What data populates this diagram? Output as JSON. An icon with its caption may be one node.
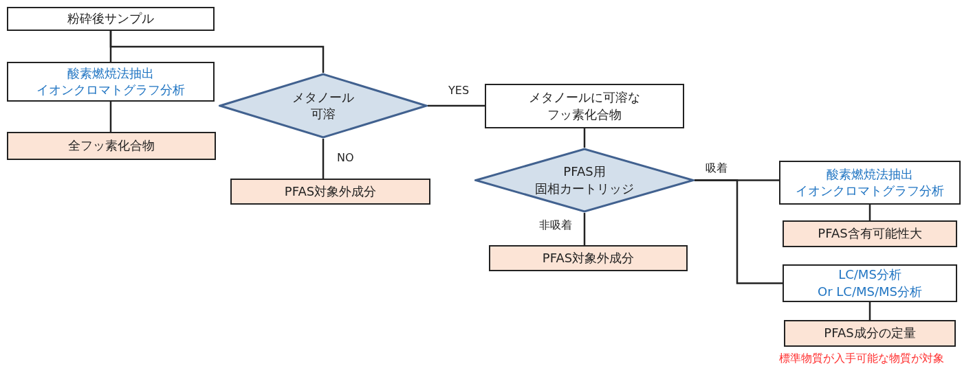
{
  "diagram": {
    "nodes": [
      {
        "text": [
          "粉砕後サンプル"
        ]
      },
      {
        "text": [
          "酸素燃焼法抽出イオンクロマトグラフ分析"
        ]
      },
      {
        "text": [
          "全フッ素化合物"
        ]
      },
      {
        "text": [
          "メタノール可溶"
        ]
      },
      {
        "text": [
          "PFAS対象外成分"
        ]
      },
      {
        "text": [
          "メタノールに可溶なフッ素化合物"
        ]
      },
      {
        "text": [
          "PFAS用固相カートリッジ"
        ]
      },
      {
        "text": [
          "PFAS対象外成分"
        ]
      },
      {
        "text": [
          "酸素燃焼法抽出イオンクロマトグラフ分析"
        ]
      },
      {
        "text": [
          "PFAS含有可能性大"
        ]
      },
      {
        "text": [
          "LC/MS分析 Or LC/MS/MS分析"
        ]
      },
      {
        "text": [
          "PFAS成分の定量"
        ]
      }
    ],
    "edges": [
      {
        "from": 0,
        "to": 1,
        "arrow": "none"
      },
      {
        "from": 0,
        "to": 3,
        "arrow": "none"
      },
      {
        "from": 1,
        "to": 2,
        "arrow": "none"
      },
      {
        "from": 3,
        "to": 4,
        "arrow": "none",
        "label": "NO"
      },
      {
        "from": 3,
        "to": 5,
        "arrow": "none",
        "label": "YES"
      },
      {
        "from": 5,
        "to": 6,
        "arrow": "none"
      },
      {
        "from": 6,
        "to": 7,
        "arrow": "none",
        "label": "非吸着"
      },
      {
        "from": 6,
        "to": 8,
        "arrow": "none",
        "label": "吸着"
      },
      {
        "from": 6,
        "to": 10,
        "arrow": "none"
      },
      {
        "from": 8,
        "to": 9,
        "arrow": "none"
      },
      {
        "from": 10,
        "to": 11,
        "arrow": "none"
      }
    ],
    "labels": [
      "標準物質が入手可能な物質が対象"
    ]
  }
}
